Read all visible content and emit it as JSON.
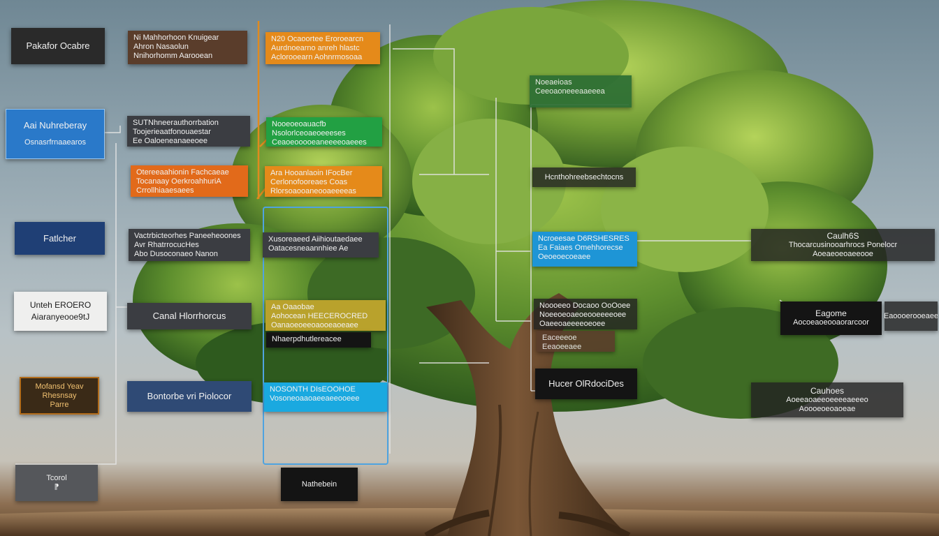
{
  "colors": {
    "sky_top": "#6f8794",
    "sky_mid": "#b8c2c6",
    "ground": "#5c4329",
    "foliage": "#4f7f2a",
    "trunk": "#6b4a2f",
    "connector_orange": "#e08a1e",
    "connector_white": "#e6e6e6",
    "outline_blue": "#4fa3e0"
  },
  "illustration": {
    "subject": "tree",
    "icon": "tree-icon"
  },
  "boxes": {
    "root_top": {
      "lines": [
        "Pakafor Ocabre"
      ]
    },
    "left_blue": {
      "lines": [
        "Aai Nuhreberay",
        "Osnasrfrnaaearos"
      ]
    },
    "left_navy": {
      "lines": [
        "Fatlcher"
      ]
    },
    "left_white": {
      "lines": [
        "Unteh EROERO",
        "Aiaranyeooe9tJ"
      ]
    },
    "left_amber": {
      "lines": [
        "Mofansd Yeav",
        "Rhesnsay",
        "Parre"
      ]
    },
    "left_bottom": {
      "lines": [
        "Tcorol",
        "⁋"
      ]
    },
    "col1_b1": {
      "lines": [
        "Ni Mahhorhoon Knuigear",
        "Ahron Nasaolun",
        "Nnihorhomm Aarooean"
      ]
    },
    "col1_b2": {
      "lines": [
        "SUTNhneerauthorrbation",
        "Toojerieaatfonouaestar",
        "Ee Oaloeneanaeeoee"
      ]
    },
    "col1_b3": {
      "lines": [
        "Otereeaahionin Fachcaeae",
        "Tocanaay OerkroahhuriA",
        "Crrollhiaaesaees"
      ]
    },
    "col1_b4": {
      "lines": [
        "Vactrbicteorhes Paneeheoones",
        "Avr RhatrrocucHes",
        "Abo Dusoconaeo Nanon"
      ]
    },
    "col1_b5": {
      "lines": [
        "Canal Hlorrhorcus"
      ]
    },
    "col1_b6": {
      "lines": [
        "Bontorbe vri Piolocor"
      ]
    },
    "col2_b1": {
      "lines": [
        "N20 Ocaoortee Eroroearcn",
        "Aurdnoearno anreh hlastc",
        "Aclorooearn Aohnrmosoaa"
      ]
    },
    "col2_b2": {
      "lines": [
        "Nooeoeoauacfb",
        "Nsolorlceoaeoeeeses",
        "Ceaoeooooeaneeeeoaeees"
      ]
    },
    "col2_b3": {
      "lines": [
        "Ara Hooanlaoin IFocBer",
        "Cerlonofooreaes Coas",
        "Rlorsoaooaneooaeeeeas"
      ]
    },
    "col2_b4": {
      "lines": [
        "Xusoreaeed Aiihioutaedaee",
        "Oatacesneaannhiee Ae"
      ]
    },
    "col2_b5": {
      "lines": [
        "Aa Oaaobae",
        "Aohocean HEECEROCRED",
        "Oanaoeoeeoaooeaoeaee"
      ]
    },
    "col2_b6": {
      "lines": [
        "Nhaerpdhutlereacee"
      ]
    },
    "col2_b7": {
      "lines": [
        "NOSONTH DIsEOOHOE",
        "Vosoneoaaoaeeaeeooeee"
      ]
    },
    "col2_bottom": {
      "lines": [
        "Nathebein"
      ]
    },
    "tree_green": {
      "lines": [
        "Noeaeioas",
        "Ceeoaoneeeaaeeea"
      ]
    },
    "tree_label1": {
      "lines": [
        "Hcnthohreebsechtocns"
      ]
    },
    "tree_cyan": {
      "lines": [
        "Ncroeesae D6RSHESRES",
        "Ea Faiaes Omehhorecse",
        "Oeoeoecoeaee"
      ]
    },
    "tree_gray": {
      "lines": [
        "Noooeeo Docaoo OoOoee",
        "Noeeoeoaeoeooeeeeoee",
        "Oaeeoaeeeeoeoee"
      ]
    },
    "tree_brown": {
      "lines": [
        "Eaceeeoe",
        "Eeaoeeaee"
      ]
    },
    "tree_label2": {
      "lines": [
        "Hucer OlRdociDes"
      ]
    },
    "right_b1": {
      "lines": [
        "Caulh6S",
        "Thocarcusinooarhrocs Ponelocr",
        "Aoeaeoeoaeeooe"
      ]
    },
    "right_b2": {
      "lines": [
        "Eagome",
        "Aocoeaoeooaorarcoor"
      ]
    },
    "right_b3": {
      "lines": [
        "Eaoooerooeaee"
      ]
    },
    "right_b4": {
      "lines": [
        "Cauhoes",
        "Aoeeaoaeeoeeeeaeeeo",
        "Aoooeoeoaoeae"
      ]
    }
  }
}
